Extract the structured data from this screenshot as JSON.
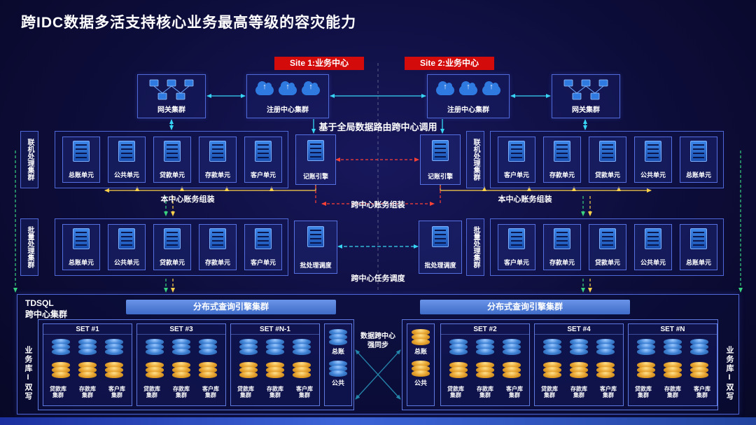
{
  "title": "跨IDC数据多活支持核心业务最高等级的容灾能力",
  "sites": {
    "site1": "Site 1:业务中心",
    "site2": "Site 2:业务中心"
  },
  "top": {
    "gateway_left": "网关集群",
    "registry_left": "注册中心集群",
    "registry_right": "注册中心集群",
    "gateway_right": "网关集群",
    "routing_label": "基于全局数据路由跨中心调用"
  },
  "online": {
    "cluster_label_left": "联机处理集群",
    "cluster_label_right": "联机处理集群",
    "left_units": [
      "总账单元",
      "公共单元",
      "贷款单元",
      "存款单元",
      "客户单元"
    ],
    "right_units": [
      "客户单元",
      "存款单元",
      "贷款单元",
      "公共单元",
      "总账单元"
    ],
    "engine_left": "记账引擎",
    "engine_right": "记账引擎",
    "assembly_left": "本中心账务组装",
    "assembly_cross": "跨中心账务组装",
    "assembly_right": "本中心账务组装"
  },
  "batch": {
    "cluster_label_left": "批量处理集群",
    "cluster_label_right": "批量处理集群",
    "left_units": [
      "总账单元",
      "公共单元",
      "贷款单元",
      "存款单元",
      "客户单元"
    ],
    "right_units": [
      "客户单元",
      "存款单元",
      "贷款单元",
      "公共单元",
      "总账单元"
    ],
    "scheduler_left": "批处理调度",
    "scheduler_right": "批处理调度",
    "task_label": "跨中心任务调度"
  },
  "tdsql": {
    "label": "TDSQL\n跨中心集群",
    "query_left": "分布式查询引擎集群",
    "query_right": "分布式查询引擎集群",
    "left_sets": [
      "SET #1",
      "SET #3",
      "SET #N-1"
    ],
    "right_sets": [
      "SET #2",
      "SET #4",
      "SET #N"
    ],
    "group_labels": [
      "贷款库\n集群",
      "存款库\n集群",
      "客户库\n集群"
    ],
    "special_top": "总账",
    "special_bottom": "公共",
    "sync_label": "数据跨中心\n强同步",
    "dual_write_left": "业务库I双写",
    "dual_write_right": "业务库I双写"
  },
  "icons": {
    "gateway": "network-nodes-icon",
    "registry": "cloud-upload-icon",
    "unit": "server-rack-icon",
    "database": "database-stack-icon"
  },
  "colors": {
    "background": "#0d0d3a",
    "accent_red": "#d40b0b",
    "box_border": "#4f6ad8",
    "bar_blue": "#4d7fd6",
    "db_blue": "#3f83d6",
    "db_yellow": "#e8a532",
    "arrow_cyan": "#38d6f5",
    "arrow_yellow": "#ffd24a",
    "arrow_red": "#ff4136",
    "arrow_green": "#39d27f"
  }
}
